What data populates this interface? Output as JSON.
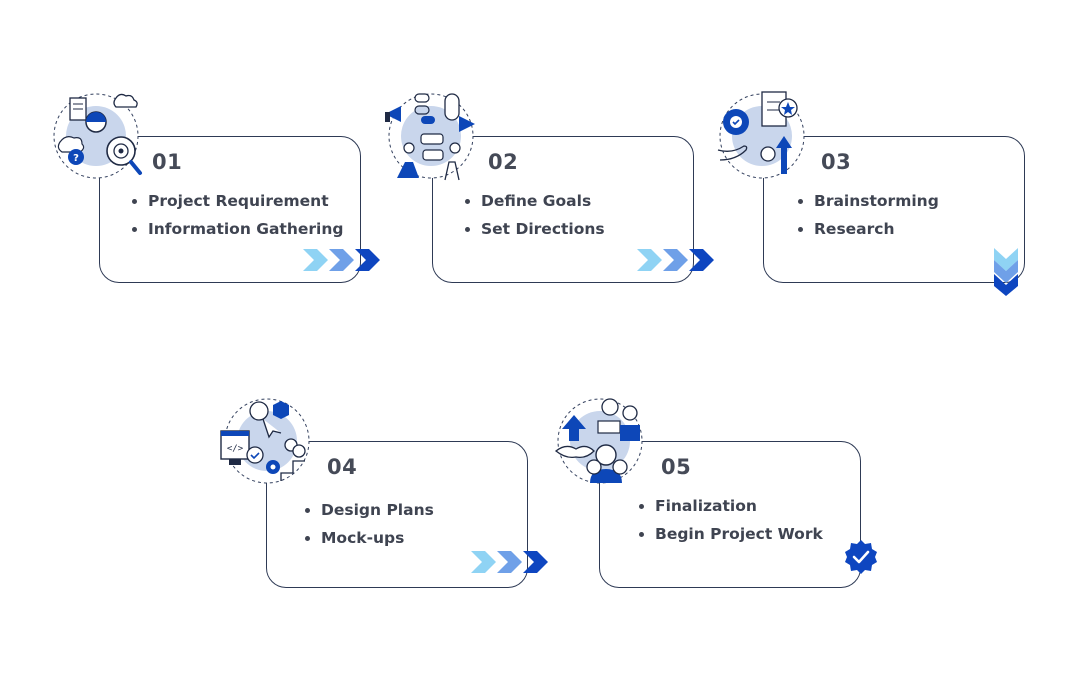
{
  "steps": [
    {
      "number": "01",
      "icon": "requirements-research-icon",
      "items": [
        "Project Requirement",
        "Information Gathering"
      ],
      "end_marker": "chevrons-right"
    },
    {
      "number": "02",
      "icon": "goals-directions-icon",
      "items": [
        "Define Goals",
        "Set Directions"
      ],
      "end_marker": "chevrons-right"
    },
    {
      "number": "03",
      "icon": "brainstorming-icon",
      "items": [
        "Brainstorming",
        "Research"
      ],
      "end_marker": "chevrons-down"
    },
    {
      "number": "04",
      "icon": "design-plans-icon",
      "items": [
        "Design Plans",
        "Mock-ups"
      ],
      "end_marker": "chevrons-right"
    },
    {
      "number": "05",
      "icon": "finalization-icon",
      "items": [
        "Finalization",
        "Begin Project Work"
      ],
      "end_marker": "check-badge"
    }
  ],
  "colors": {
    "card_border": "#2e3a55",
    "text": "#3f4451",
    "number": "#454a57",
    "chevron_light": "#8fd3f4",
    "chevron_mid": "#6fa0e8",
    "chevron_dark": "#0e46c0",
    "icon_fill": "#c9d6ec",
    "icon_accent": "#0d47b8"
  }
}
